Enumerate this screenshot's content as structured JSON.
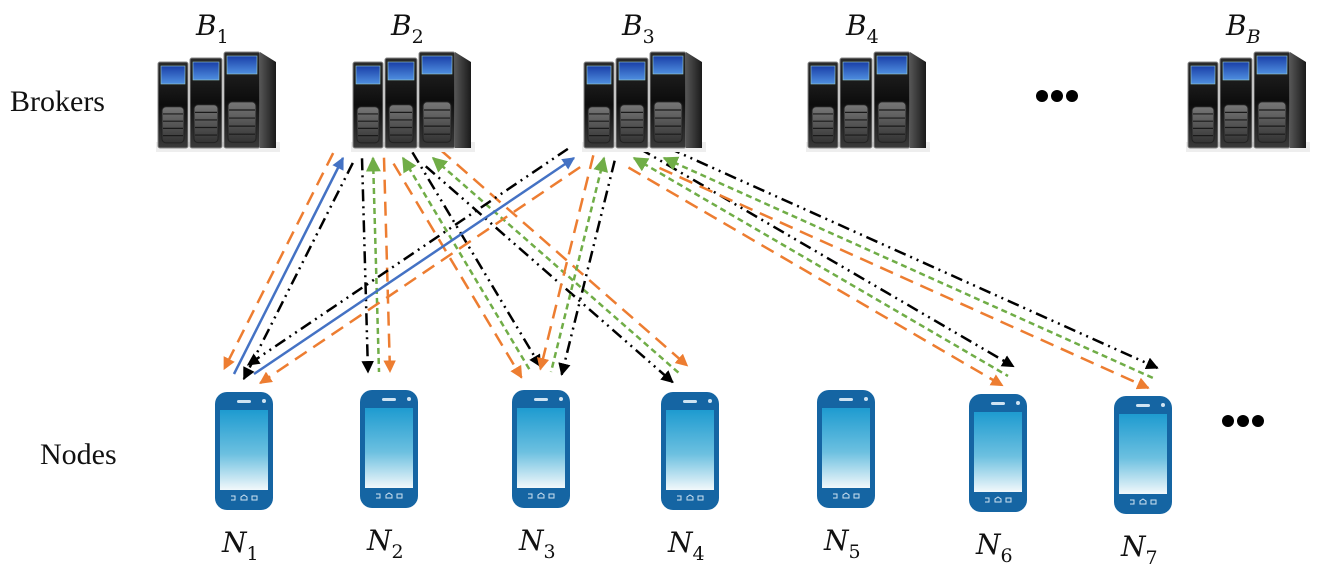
{
  "diagram": {
    "row_labels": {
      "brokers": "Brokers",
      "nodes": "Nodes"
    },
    "brokers": [
      {
        "id": "B1",
        "symbol": "B",
        "subscript": "1",
        "sub_italic": false
      },
      {
        "id": "B2",
        "symbol": "B",
        "subscript": "2",
        "sub_italic": false
      },
      {
        "id": "B3",
        "symbol": "B",
        "subscript": "3",
        "sub_italic": false
      },
      {
        "id": "B4",
        "symbol": "B",
        "subscript": "4",
        "sub_italic": false
      },
      {
        "id": "BB",
        "symbol": "B",
        "subscript": "B",
        "sub_italic": true
      }
    ],
    "nodes": [
      {
        "id": "N1",
        "symbol": "N",
        "subscript": "1"
      },
      {
        "id": "N2",
        "symbol": "N",
        "subscript": "2"
      },
      {
        "id": "N3",
        "symbol": "N",
        "subscript": "3"
      },
      {
        "id": "N4",
        "symbol": "N",
        "subscript": "4"
      },
      {
        "id": "N5",
        "symbol": "N",
        "subscript": "5"
      },
      {
        "id": "N6",
        "symbol": "N",
        "subscript": "6"
      },
      {
        "id": "N7",
        "symbol": "N",
        "subscript": "7"
      }
    ],
    "ellipsis_brokers": "more-brokers",
    "ellipsis_nodes": "more-nodes",
    "icons": {
      "broker": "server-rack-icon",
      "node": "smartphone-icon"
    },
    "line_styles": {
      "blue": {
        "color": "#4472c4",
        "dash": "solid"
      },
      "orange": {
        "color": "#ed7d31",
        "dash": "long-dash"
      },
      "green": {
        "color": "#70ad47",
        "dash": "short-dash"
      },
      "black": {
        "color": "#000000",
        "dash": "dash-dot-dot"
      }
    },
    "edges": [
      {
        "broker": "B2",
        "node": "N1",
        "style": "black",
        "direction": "to-node"
      },
      {
        "broker": "B2",
        "node": "N1",
        "style": "blue",
        "direction": "to-broker"
      },
      {
        "broker": "B2",
        "node": "N1",
        "style": "orange",
        "direction": "to-node"
      },
      {
        "broker": "B2",
        "node": "N2",
        "style": "orange",
        "direction": "to-node"
      },
      {
        "broker": "B2",
        "node": "N2",
        "style": "green",
        "direction": "to-broker"
      },
      {
        "broker": "B2",
        "node": "N2",
        "style": "black",
        "direction": "to-node"
      },
      {
        "broker": "B2",
        "node": "N3",
        "style": "black",
        "direction": "to-node"
      },
      {
        "broker": "B2",
        "node": "N3",
        "style": "green",
        "direction": "to-broker"
      },
      {
        "broker": "B2",
        "node": "N3",
        "style": "orange",
        "direction": "to-node"
      },
      {
        "broker": "B2",
        "node": "N4",
        "style": "orange",
        "direction": "to-node"
      },
      {
        "broker": "B2",
        "node": "N4",
        "style": "green",
        "direction": "to-broker"
      },
      {
        "broker": "B2",
        "node": "N4",
        "style": "black",
        "direction": "to-node"
      },
      {
        "broker": "B3",
        "node": "N1",
        "style": "orange",
        "direction": "to-node"
      },
      {
        "broker": "B3",
        "node": "N1",
        "style": "blue",
        "direction": "to-broker"
      },
      {
        "broker": "B3",
        "node": "N1",
        "style": "black",
        "direction": "to-node"
      },
      {
        "broker": "B3",
        "node": "N3",
        "style": "black",
        "direction": "to-node"
      },
      {
        "broker": "B3",
        "node": "N3",
        "style": "green",
        "direction": "to-broker"
      },
      {
        "broker": "B3",
        "node": "N3",
        "style": "orange",
        "direction": "to-node"
      },
      {
        "broker": "B3",
        "node": "N6",
        "style": "black",
        "direction": "to-node"
      },
      {
        "broker": "B3",
        "node": "N6",
        "style": "green",
        "direction": "to-broker"
      },
      {
        "broker": "B3",
        "node": "N6",
        "style": "orange",
        "direction": "to-node"
      },
      {
        "broker": "B3",
        "node": "N7",
        "style": "black",
        "direction": "to-node"
      },
      {
        "broker": "B3",
        "node": "N7",
        "style": "green",
        "direction": "to-broker"
      },
      {
        "broker": "B3",
        "node": "N7",
        "style": "orange",
        "direction": "to-node"
      }
    ]
  }
}
